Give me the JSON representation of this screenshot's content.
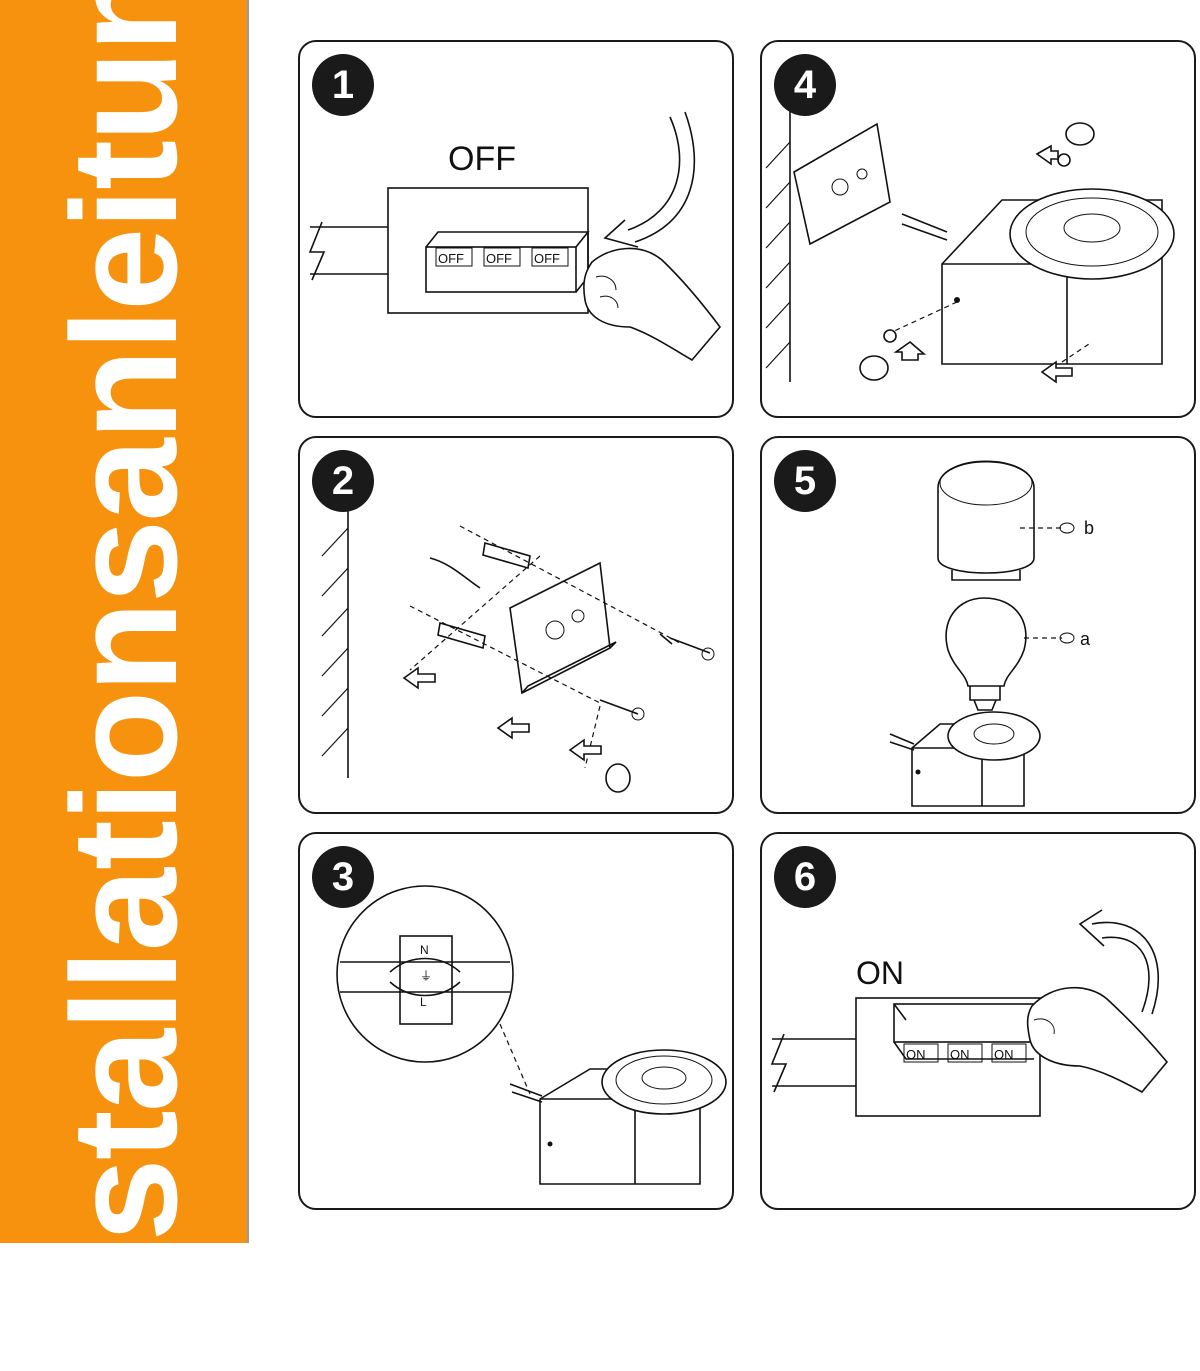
{
  "sidebar": {
    "title": "Installationsanleitung",
    "color": "#F7920E"
  },
  "steps": [
    {
      "number": "1",
      "label": "OFF",
      "switch_labels": [
        "OFF",
        "OFF",
        "OFF"
      ]
    },
    {
      "number": "2"
    },
    {
      "number": "3",
      "terminals": [
        "N",
        "⏚",
        "L"
      ]
    },
    {
      "number": "4"
    },
    {
      "number": "5",
      "callouts": [
        "b",
        "a"
      ]
    },
    {
      "number": "6",
      "label": "ON",
      "switch_labels": [
        "ON",
        "ON",
        "ON"
      ]
    }
  ]
}
